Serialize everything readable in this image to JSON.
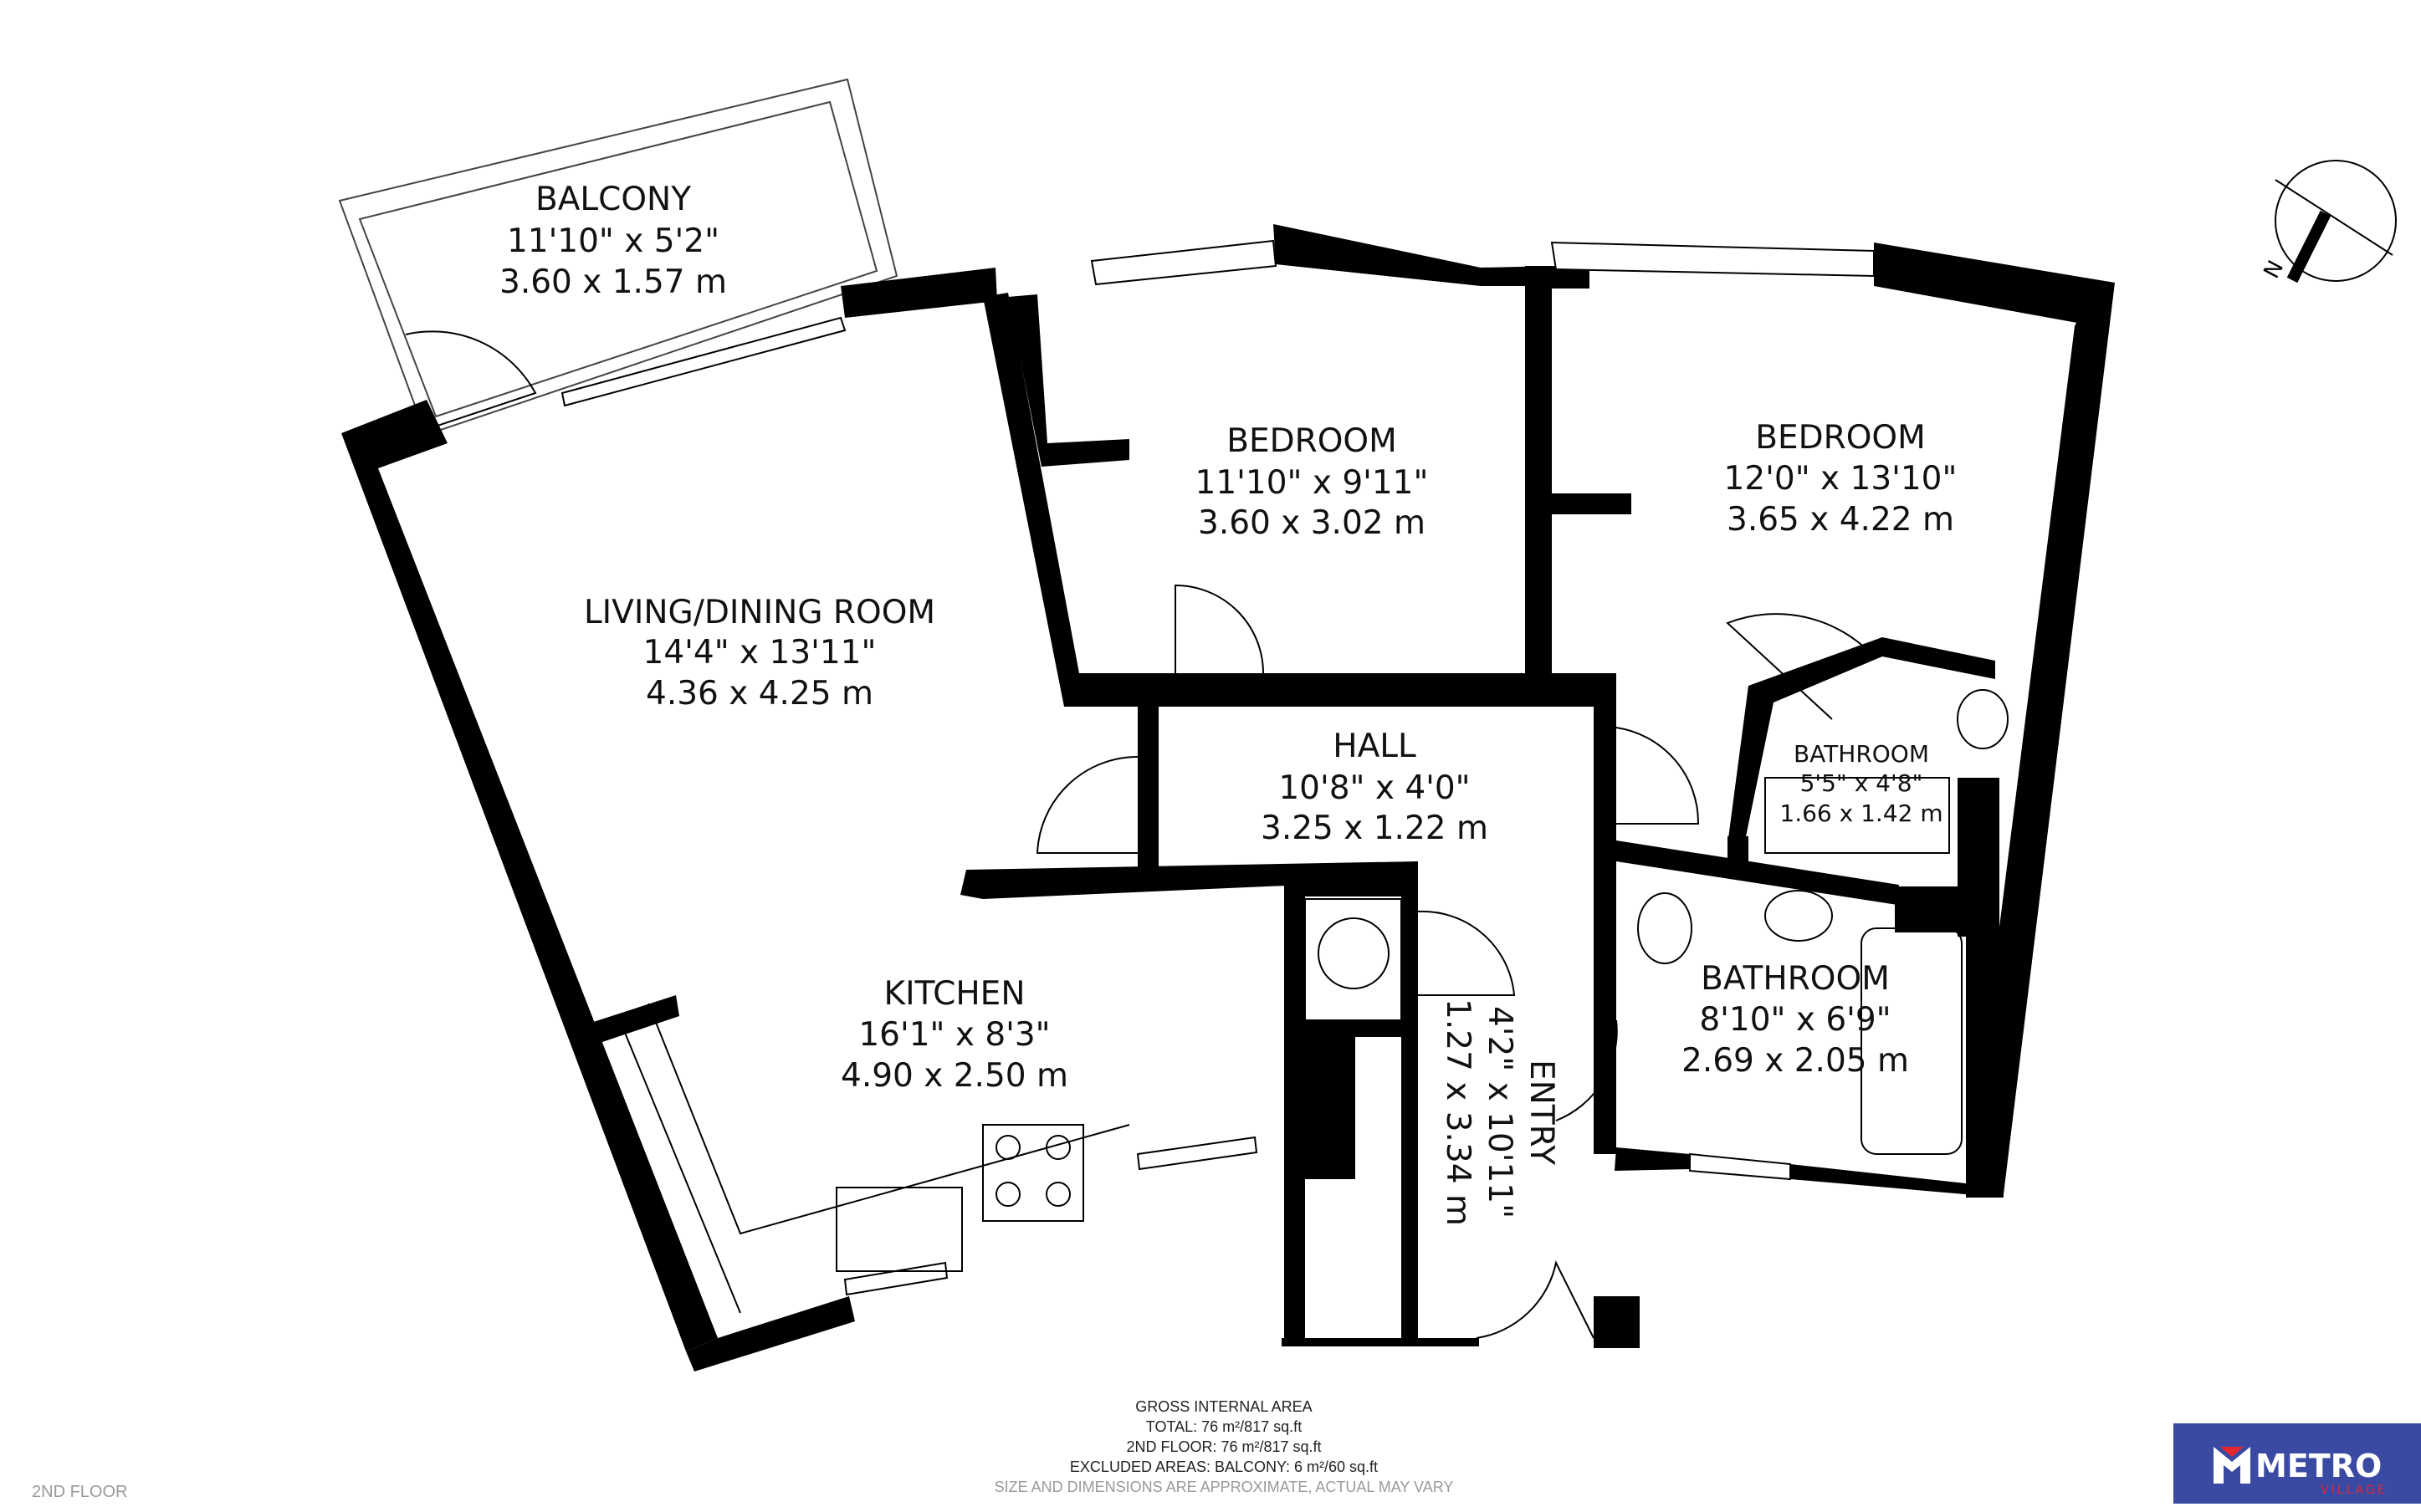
{
  "rooms": {
    "balcony": {
      "name": "BALCONY",
      "imperial": "11'10\" x 5'2\"",
      "metric": "3.60 x 1.57 m"
    },
    "bedroom1": {
      "name": "BEDROOM",
      "imperial": "11'10\" x 9'11\"",
      "metric": "3.60 x 3.02 m"
    },
    "bedroom2": {
      "name": "BEDROOM",
      "imperial": "12'0\" x 13'10\"",
      "metric": "3.65 x 4.22 m"
    },
    "living": {
      "name": "LIVING/DINING ROOM",
      "imperial": "14'4\" x 13'11\"",
      "metric": "4.36 x 4.25 m"
    },
    "hall": {
      "name": "HALL",
      "imperial": "10'8\" x 4'0\"",
      "metric": "3.25 x 1.22 m"
    },
    "ensuite": {
      "name": "BATHROOM",
      "imperial": "5'5\" x 4'8\"",
      "metric": "1.66 x 1.42 m"
    },
    "kitchen": {
      "name": "KITCHEN",
      "imperial": "16'1\" x 8'3\"",
      "metric": "4.90 x 2.50 m"
    },
    "bathroom": {
      "name": "BATHROOM",
      "imperial": "8'10\" x 6'9\"",
      "metric": "2.69 x 2.05 m"
    },
    "entry": {
      "name": "ENTRY",
      "imperial": "4'2\" x 10'11\"",
      "metric": "1.27 x 3.34 m"
    }
  },
  "compass": {
    "letter": "N"
  },
  "footer": {
    "gia_title": "GROSS INTERNAL AREA",
    "total": "TOTAL: 76 m²/817 sq.ft",
    "floor_area": "2ND FLOOR: 76 m²/817 sq.ft",
    "excluded": "EXCLUDED AREAS: BALCONY: 6 m²/60 sq.ft",
    "disclaimer": "SIZE AND DIMENSIONS ARE APPROXIMATE, ACTUAL MAY VARY",
    "floor_name": "2ND FLOOR"
  },
  "logo": {
    "main": "METRO",
    "sub": "VILLAGE"
  },
  "colors": {
    "wall": "#000000",
    "logo_bg": "#3a4aa3",
    "logo_accent": "#e5262f"
  }
}
